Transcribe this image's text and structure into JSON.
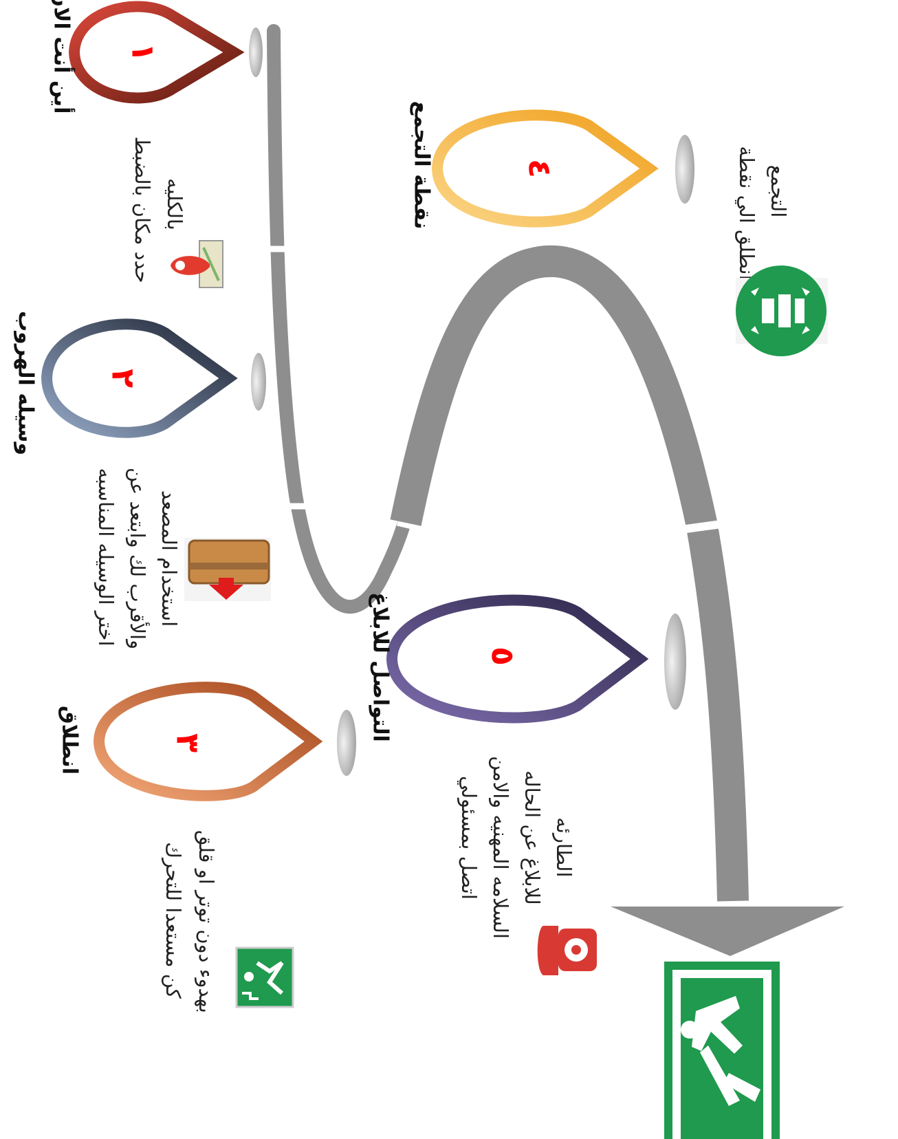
{
  "orientation": "rotated 90° clockwise",
  "colors": {
    "path": "#8e8e8e",
    "number": "#ff0000",
    "step1": "#8e2a1e",
    "step2": "#2f3a4f",
    "step3": "#b4531c",
    "step4": "#f2a82e",
    "step5": "#3d3560",
    "exit_green": "#1f9a4e"
  },
  "steps": [
    {
      "number": "١",
      "title": "أين أنت الان",
      "description": [
        "حدد مكان بالضبط",
        "بالكليه"
      ],
      "icon": "map-pin-icon"
    },
    {
      "number": "٢",
      "title": "وسيله الهروب",
      "description": [
        "اختر الوسيله المناسبه",
        "والأقرب لك وابتعد عن",
        "استخدام المصعد"
      ],
      "icon": "elevator-down-icon"
    },
    {
      "number": "٣",
      "title": "انطلاق",
      "description": [
        "كن مستعدا للتحرك",
        "بهدوء دون توتر او قلق"
      ],
      "icon": "emergency-stairs-icon"
    },
    {
      "number": "٤",
      "title": "نقطة التجمع",
      "description": [
        "انطلق الي نقطة",
        "التجمع"
      ],
      "icon": "assembly-point-icon"
    },
    {
      "number": "٥",
      "title": "التواصل للابلاغ",
      "description": [
        "اتصل بمسئولي",
        "السلامه المهنيه والامن",
        "للابلاغ عن الحاله",
        "الطارئه"
      ],
      "icon": "telephone-icon"
    }
  ],
  "exit_sign": {
    "icon": "emergency-exit-icon"
  }
}
